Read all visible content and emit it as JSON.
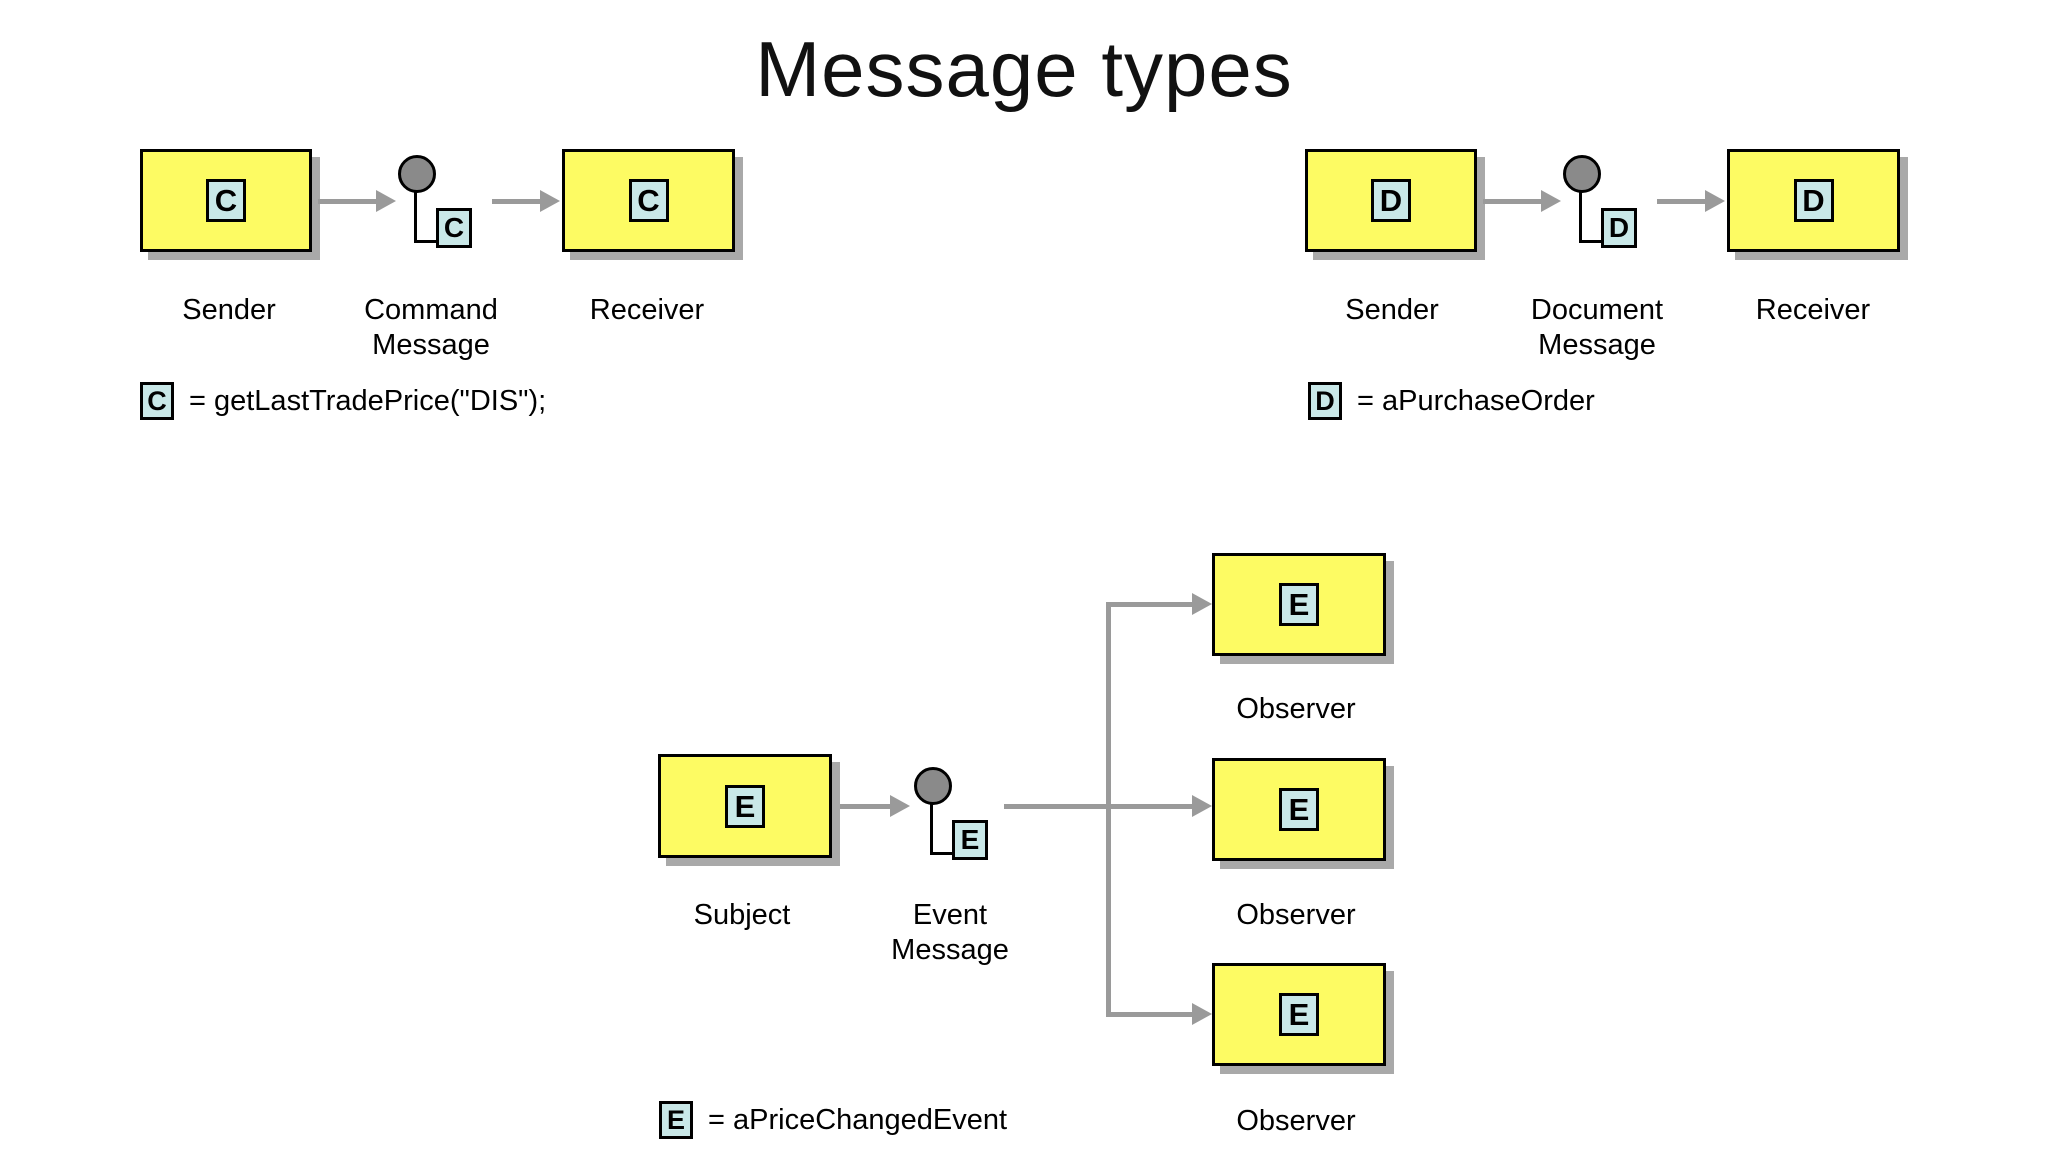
{
  "title": "Message types",
  "colors": {
    "box_yellow": "#FDFB63",
    "badge_blue": "#C9E8E8",
    "arrow_gray": "#9A9A9A",
    "circle_gray": "#8A8A8A",
    "shadow_gray": "#A9A9A9"
  },
  "command": {
    "letter": "C",
    "sender_label": "Sender",
    "message_label": [
      "Command",
      "Message"
    ],
    "receiver_label": "Receiver",
    "legend_text": "= getLastTradePrice(\"DIS\");"
  },
  "document": {
    "letter": "D",
    "sender_label": "Sender",
    "message_label": [
      "Document",
      "Message"
    ],
    "receiver_label": "Receiver",
    "legend_text": "= aPurchaseOrder"
  },
  "event": {
    "letter": "E",
    "subject_label": "Subject",
    "message_label": [
      "Event",
      "Message"
    ],
    "observer_labels": [
      "Observer",
      "Observer",
      "Observer"
    ],
    "legend_text": "= aPriceChangedEvent"
  }
}
